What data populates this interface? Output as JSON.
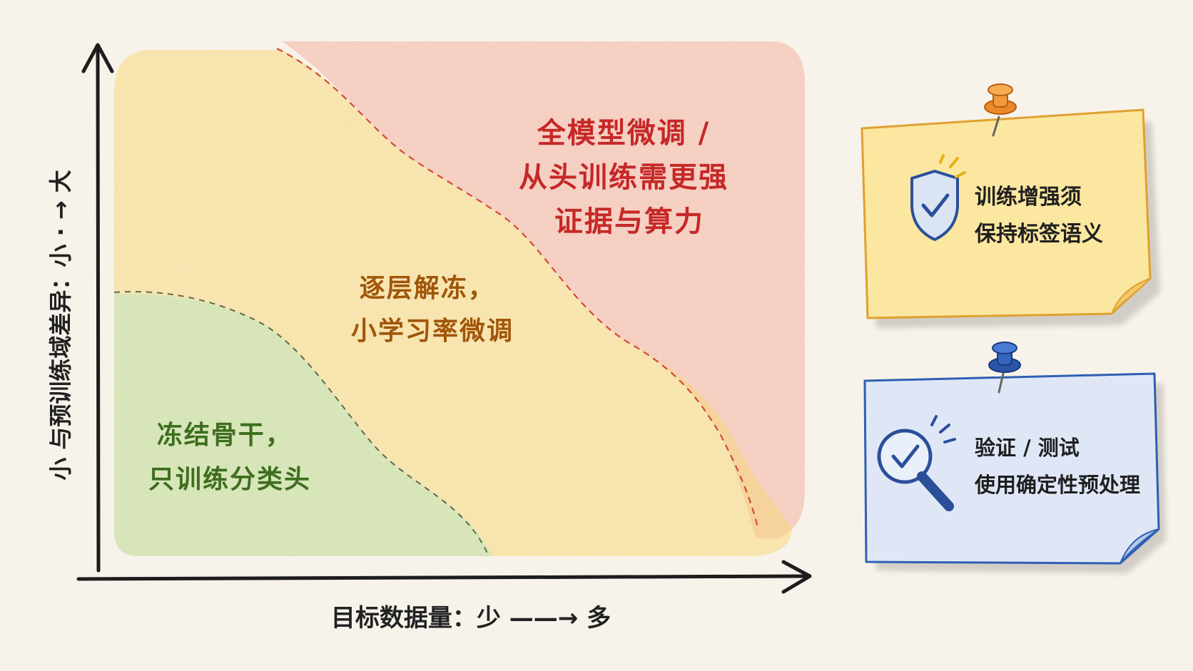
{
  "regions": {
    "red": {
      "lines": [
        "全模型微调 /",
        "从头训练需更强",
        "证据与算力"
      ],
      "color": "#c62828"
    },
    "yellow": {
      "lines": [
        "逐层解冻，",
        "小学习率微调"
      ],
      "color": "#a0560a"
    },
    "green": {
      "lines": [
        "冻结骨干，",
        "只训练分类头"
      ],
      "color": "#3d6e1e"
    }
  },
  "axes": {
    "x_label": "目标数据量：少 ——→ 多",
    "y_label": "小  与预训练域差异：小 · → 大"
  },
  "notes": [
    {
      "lines": [
        "训练增强须",
        "保持标签语义"
      ],
      "icon": "shield-check-icon",
      "pin": "orange-pushpin-icon",
      "paper_color": "#fbe7a0",
      "border_color": "#e0a030"
    },
    {
      "lines": [
        "验证 / 测试",
        "使用确定性预处理"
      ],
      "icon": "magnifier-check-icon",
      "pin": "blue-pushpin-icon",
      "paper_color": "#dfe7f7",
      "border_color": "#2f5fb3"
    }
  ]
}
